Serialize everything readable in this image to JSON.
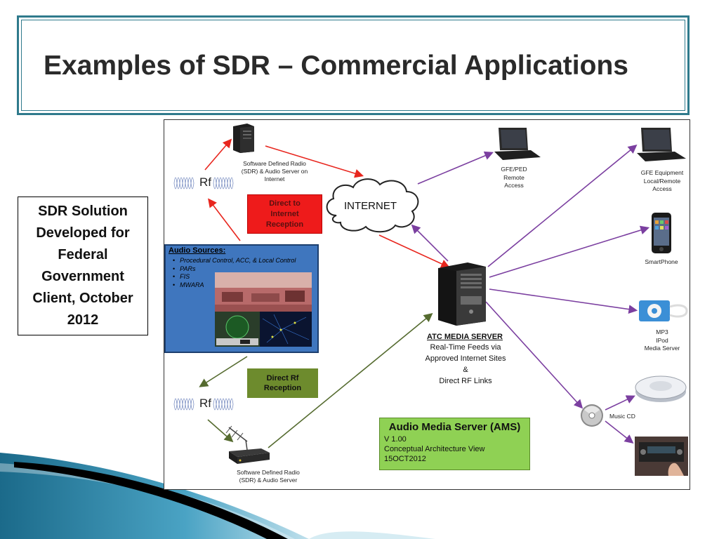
{
  "slide": {
    "title": "Examples of SDR – Commercial Applications",
    "sidebox": {
      "lines": [
        "SDR Solution",
        "Developed for",
        "Federal",
        "Government",
        "Client, October",
        "2012"
      ]
    }
  },
  "diagram": {
    "top_server_label": [
      "Software Defined Radio",
      "(SDR) & Audio Server on",
      "Internet"
    ],
    "bottom_server_label": [
      "Software Defined Radio",
      "(SDR) & Audio Server"
    ],
    "rf_label": "Rf",
    "internet_label": "INTERNET",
    "direct_internet": [
      "Direct to",
      "Internet",
      "Reception"
    ],
    "direct_rf": [
      "Direct Rf",
      "Reception"
    ],
    "audio_sources": {
      "title": "Audio Sources:",
      "items": [
        "Procedural  Control, ACC, & Local  Control",
        "PARs",
        "FIS",
        "MWARA"
      ]
    },
    "atc": {
      "title": "ATC MEDIA SERVER",
      "lines": [
        "Real-Time Feeds via",
        "Approved Internet Sites",
        "&",
        "Direct RF Links"
      ]
    },
    "ams": {
      "title": "Audio Media Server (AMS)",
      "lines": [
        "V 1.00",
        "Conceptual Architecture View",
        "15OCT2012"
      ]
    },
    "gfe_ped": [
      "GFE/PED",
      "Remote",
      "Access"
    ],
    "gfe_equipment": [
      "GFE Equipment",
      "Local/Remote",
      "Access"
    ],
    "smartphone": "SmartPhone",
    "mp3": [
      "MP3",
      "IPod",
      "Media Server"
    ],
    "music_cd": "Music CD",
    "colors": {
      "red_arrow": "#e8261e",
      "purple_arrow": "#7b3fa0",
      "green_arrow": "#556b2f",
      "frame_teal": "#2f7a8c"
    }
  }
}
